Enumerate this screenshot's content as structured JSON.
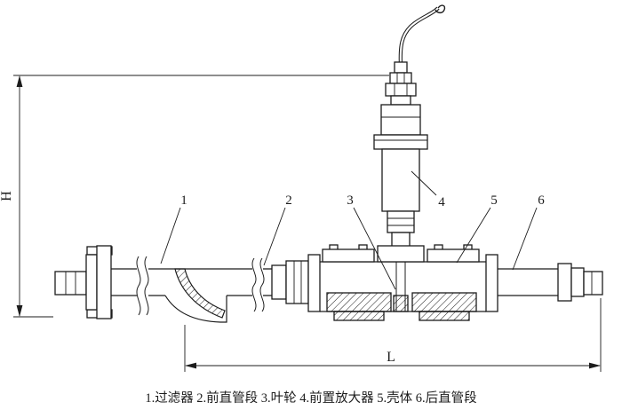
{
  "figure": {
    "caption": "1.过滤器 2.前直管段 3.叶轮 4.前置放大器 5.壳体 6.后直管段"
  },
  "dimensions": {
    "height": "H",
    "length": "L"
  },
  "callouts": [
    {
      "num": "1",
      "label": "过滤器"
    },
    {
      "num": "2",
      "label": "前直管段"
    },
    {
      "num": "3",
      "label": "叶轮"
    },
    {
      "num": "4",
      "label": "前置放大器"
    },
    {
      "num": "5",
      "label": "壳体"
    },
    {
      "num": "6",
      "label": "后直管段"
    }
  ],
  "colors": {
    "ink": "#1c1c1c",
    "paper": "#ffffff"
  }
}
